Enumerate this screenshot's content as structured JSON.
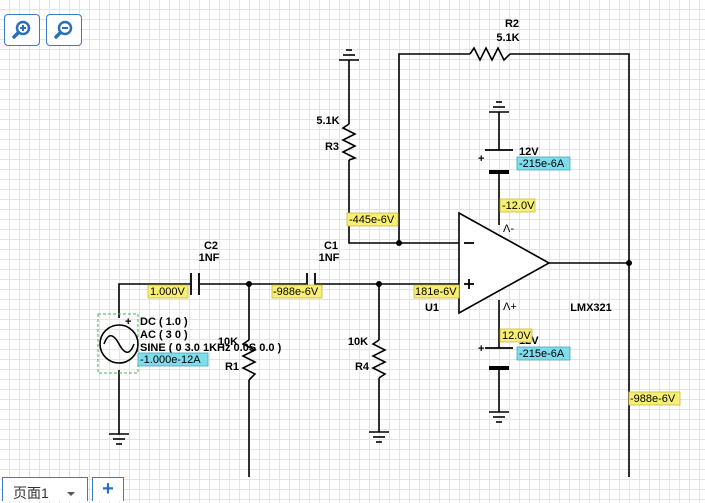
{
  "toolbar": {
    "zoom_in_icon": "zoom-in-icon",
    "zoom_out_icon": "zoom-out-icon"
  },
  "components": {
    "r2": {
      "ref": "R2",
      "value": "5.1K"
    },
    "r3": {
      "ref": "R3",
      "value": "5.1K"
    },
    "c2": {
      "ref": "C2",
      "value": "1NF"
    },
    "c1": {
      "ref": "C1",
      "value": "1NF"
    },
    "r1": {
      "ref": "R1",
      "value": "10K"
    },
    "r4": {
      "ref": "R4",
      "value": "10K"
    },
    "u1": {
      "ref": "U1",
      "part": "LMX321",
      "vminus_pin": "Λ-",
      "vplus_pin": "Λ+"
    },
    "supply_top": {
      "value": "12V"
    },
    "supply_bottom": {
      "value": "12V"
    },
    "source": {
      "dc": "DC ( 1.0 )",
      "ac": "AC ( 3 0 )",
      "sine": "SINE ( 0 3.0 1KHz 0.0S 0.0 )"
    }
  },
  "probes": {
    "inverting_node": "-445e-6V",
    "supply_top_current": "-215e-6A",
    "supply_top_voltage": "-12.0V",
    "source_node": "1.000V",
    "mid_node": "-988e-6V",
    "noninv_node": "181e-6V",
    "source_current": "-1.000e-12A",
    "supply_bottom_voltage": "12.0V",
    "supply_bottom_current": "-215e-6A",
    "output_node": "-988e-6V"
  },
  "tabs": {
    "page1_label": "页面1",
    "add_label": "+"
  }
}
